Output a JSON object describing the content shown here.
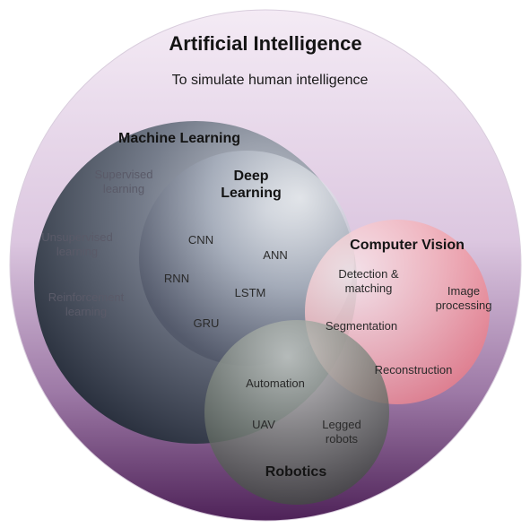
{
  "ai": {
    "title": "Artificial Intelligence",
    "subtitle": "To simulate human intelligence"
  },
  "machine_learning": {
    "title": "Machine Learning",
    "items": [
      {
        "line1": "Supervised",
        "line2": "learning"
      },
      {
        "line1": "Unsupervised",
        "line2": "learning"
      },
      {
        "line1": "Reinforcement",
        "line2": "learning"
      }
    ]
  },
  "deep_learning": {
    "title_line1": "Deep",
    "title_line2": "Learning",
    "items": [
      "CNN",
      "ANN",
      "RNN",
      "LSTM",
      "GRU"
    ]
  },
  "computer_vision": {
    "title": "Computer Vision",
    "items": [
      {
        "line1": "Detection &",
        "line2": "matching"
      },
      {
        "line1": "Image",
        "line2": "processing"
      },
      {
        "line1": "Segmentation",
        "line2": ""
      },
      {
        "line1": "Reconstruction",
        "line2": ""
      }
    ]
  },
  "robotics": {
    "title": "Robotics",
    "items": [
      {
        "line1": "Automation",
        "line2": ""
      },
      {
        "line1": "UAV",
        "line2": ""
      },
      {
        "line1": "Legged",
        "line2": "robots"
      }
    ]
  },
  "colors": {
    "ai_top": "#efe3f2",
    "ai_bottom": "#55285f",
    "ml_dark": "#1f2a35",
    "dl_light": "#e8ecf1",
    "cv_pink": "#f07a84",
    "robotics_gray": "#4e5850"
  }
}
